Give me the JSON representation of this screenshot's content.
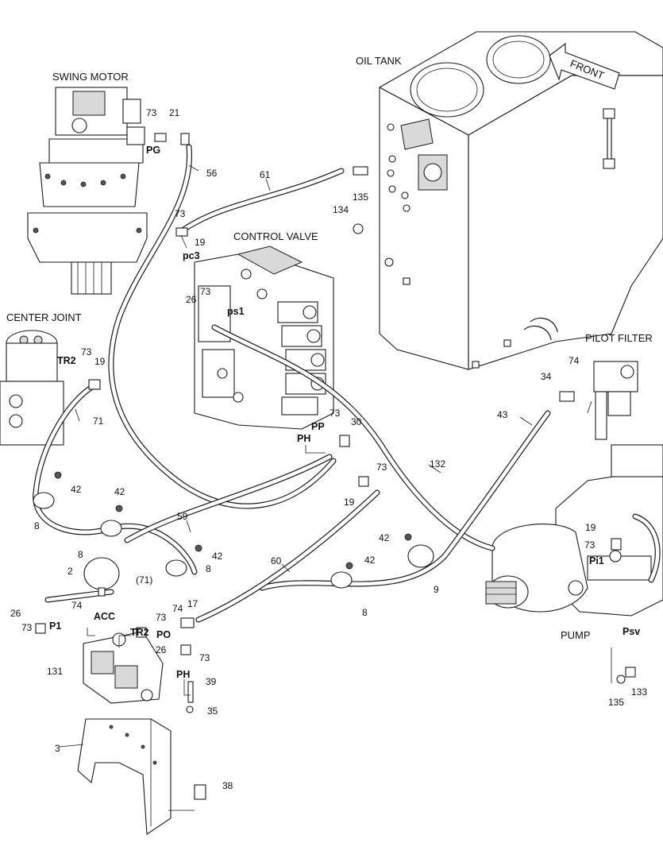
{
  "components": {
    "swing_motor": "SWING MOTOR",
    "oil_tank": "OIL TANK",
    "front": "FRONT",
    "control_valve": "CONTROL VALVE",
    "center_joint": "CENTER JOINT",
    "pilot_filter": "PILOT FILTER",
    "pump": "PUMP"
  },
  "ports": {
    "pg": "PG",
    "pc3": "pc3",
    "ps1": "ps1",
    "tr2_cj": "TR2",
    "pp": "PP",
    "ph_cv": "PH",
    "acc": "ACC",
    "p1": "P1",
    "tr2_blk": "TR2",
    "po": "PO",
    "ph_blk": "PH",
    "pi1": "Pi1",
    "psv": "Psv"
  },
  "callouts": {
    "c73_a": "73",
    "c21": "21",
    "c56": "56",
    "c61": "61",
    "c73_b": "73",
    "c19_a": "19",
    "c135_a": "135",
    "c134": "134",
    "c26_a": "26",
    "c73_c": "73",
    "c73_d": "73",
    "c19_b": "19",
    "c71": "71",
    "c74_a": "74",
    "c34": "34",
    "c43": "43",
    "c73_e": "73",
    "c30": "30",
    "c73_f": "73",
    "c19_c": "19",
    "c132": "132",
    "c42_a": "42",
    "c8_a": "8",
    "c42_b": "42",
    "c8_b": "8",
    "c59": "59",
    "c42_c": "42",
    "c8_c": "8",
    "c2": "2",
    "c71p": "(71)",
    "c26_b": "26",
    "c73_g": "73",
    "c74_b": "74",
    "c73_h": "73",
    "c17": "17",
    "c74_c": "74",
    "c60": "60",
    "c42_d": "42",
    "c42_e": "42",
    "c8_d": "8",
    "c9": "9",
    "c19_d": "19",
    "c73_i": "73",
    "c26_c": "26",
    "c73_j": "73",
    "c131": "131",
    "c39": "39",
    "c35": "35",
    "c3": "3",
    "c38": "38",
    "c135_b": "135",
    "c133": "133"
  }
}
